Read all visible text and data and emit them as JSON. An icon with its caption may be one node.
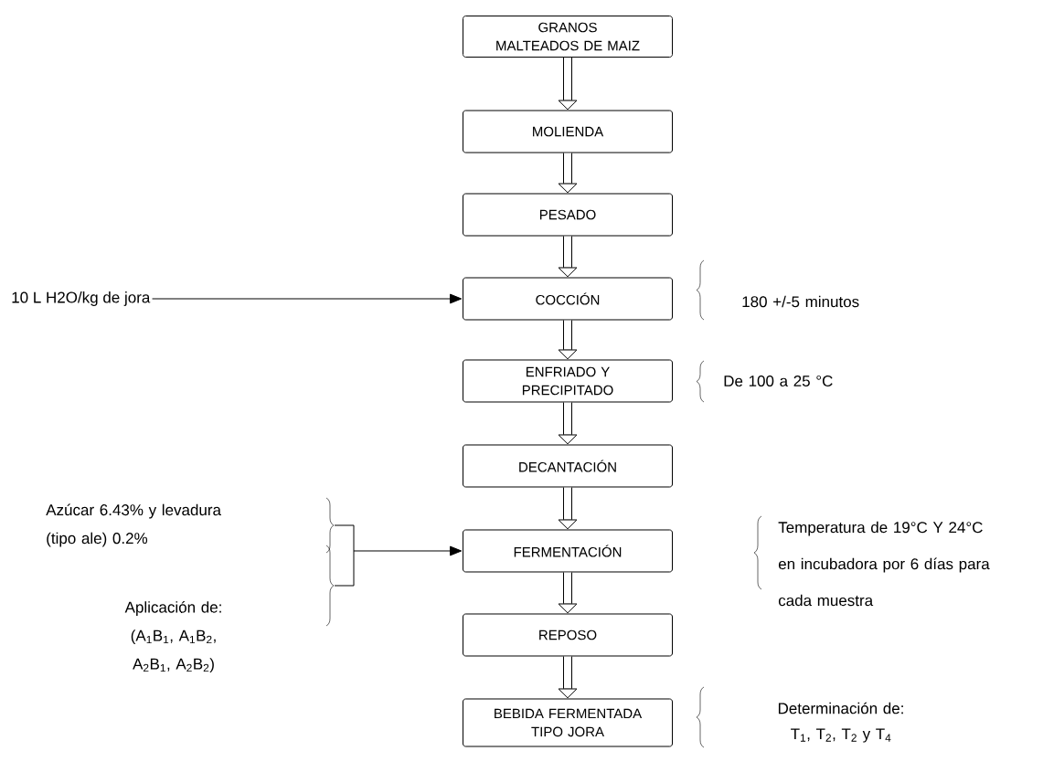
{
  "diagram": {
    "nodes": [
      {
        "text": [
          "GRANOS MALTEADOS DE MAIZ"
        ]
      },
      {
        "text": [
          "MOLIENDA"
        ]
      },
      {
        "text": [
          "PESADO"
        ]
      },
      {
        "text": [
          "COCCIÓN"
        ]
      },
      {
        "text": [
          "ENFRIADO Y PRECIPITADO"
        ]
      },
      {
        "text": [
          "DECANTACIÓN"
        ]
      },
      {
        "text": [
          "FERMENTACIÓN"
        ]
      },
      {
        "text": [
          "REPOSO"
        ]
      },
      {
        "text": [
          "BEBIDA FERMENTADA TIPO JORA"
        ]
      },
      {
        "text": [
          "10 L H2O/kg de jora"
        ]
      },
      {
        "text": [
          "Azúcar 6.43% y levadura (tipo ale) 0.2%"
        ]
      },
      {
        "text": [
          "Aplicación de: (A$_{1}$B$_{1}$, A$_{1}$B$_{2}$, A$_{2}$B$_{1}$, A$_{2}$B$_{2}$)"
        ]
      }
    ],
    "edges": [
      {
        "from": 0,
        "to": 1,
        "arrow": "to"
      },
      {
        "from": 1,
        "to": 2,
        "arrow": "to"
      },
      {
        "from": 2,
        "to": 3,
        "arrow": "to"
      },
      {
        "from": 3,
        "to": 4,
        "arrow": "to"
      },
      {
        "from": 4,
        "to": 5,
        "arrow": "to"
      },
      {
        "from": 5,
        "to": 6,
        "arrow": "to"
      },
      {
        "from": 6,
        "to": 7,
        "arrow": "to"
      },
      {
        "from": 7,
        "to": 8,
        "arrow": "to"
      },
      {
        "from": 9,
        "to": 3,
        "arrow": "to"
      },
      {
        "from": 10,
        "to": 6,
        "arrow": "to"
      },
      {
        "from": 11,
        "to": 6,
        "arrow": "to"
      }
    ],
    "labels": [
      "180 +/-5 minutos",
      "De 100 a 25 °C",
      "Temperatura de 19°C Y 24°C en incubadora por 6 días para cada muestra",
      "Determinación de:",
      "T$_{1}$, T$_{2}$, T$_{2}$ y T$_{4}$"
    ]
  }
}
